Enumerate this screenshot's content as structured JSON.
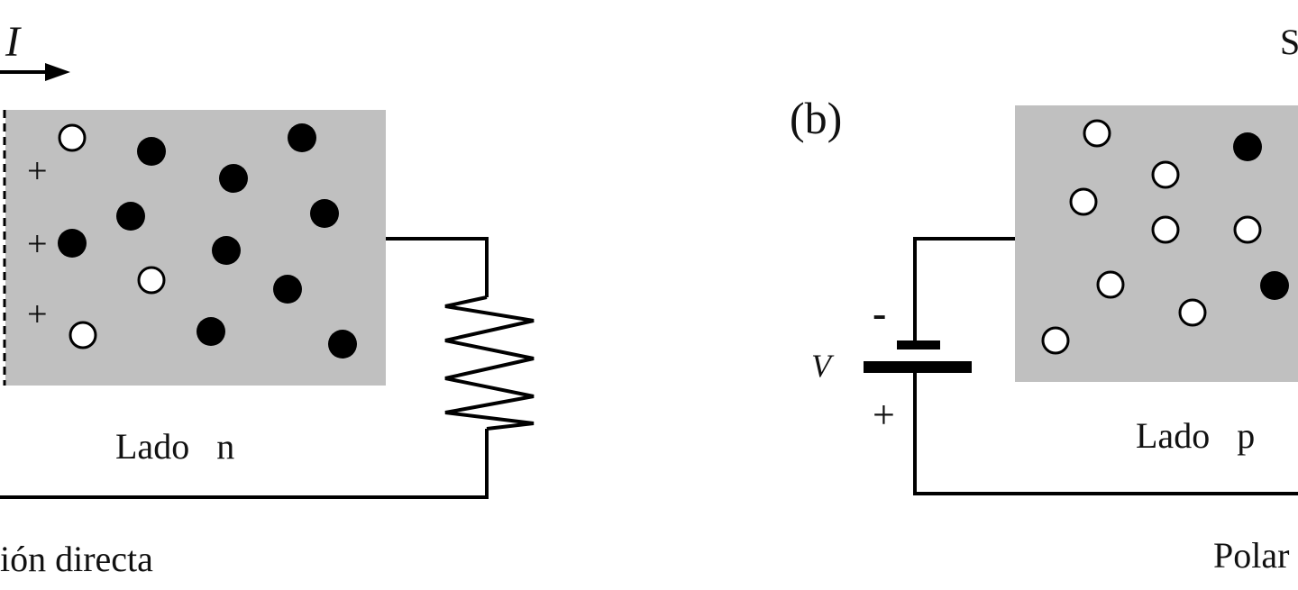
{
  "colors": {
    "region_fill": "#c0c0c0",
    "line": "#000000",
    "background": "#ffffff"
  },
  "left": {
    "current_symbol": "I",
    "region_label": "Lado   n",
    "junction_charges": [
      "+",
      "+",
      "+"
    ],
    "caption": "ión directa"
  },
  "right": {
    "panel_label": "(b)",
    "top_text": "S",
    "battery_minus": "-",
    "battery_plus": "+",
    "battery_label": "V",
    "region_label": "Lado   p",
    "caption": "Polar"
  },
  "icons": {
    "filled_carrier": "electron-dot-icon",
    "open_carrier": "hole-circle-icon",
    "resistor": "resistor-zigzag-icon",
    "battery": "battery-icon",
    "arrow": "current-arrow-icon"
  }
}
